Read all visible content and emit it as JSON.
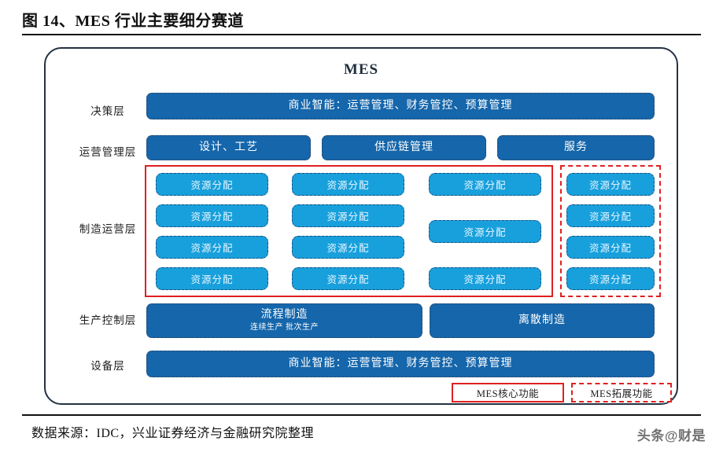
{
  "figure": {
    "title": "图 14、MES 行业主要细分赛道",
    "diagram_title": "MES"
  },
  "layers": [
    {
      "label": "决策层"
    },
    {
      "label": "运营管理层"
    },
    {
      "label": "制造运营层"
    },
    {
      "label": "生产控制层"
    },
    {
      "label": "设备层"
    }
  ],
  "decision_layer": {
    "bar": "商业智能：运营管理、财务管控、预算管理"
  },
  "operations_layer": {
    "bars": [
      "设计、工艺",
      "供应链管理",
      "服务"
    ]
  },
  "manufacturing_layer": {
    "core_cells": {
      "col1": [
        "资源分配",
        "资源分配",
        "资源分配",
        "资源分配"
      ],
      "col2": [
        "资源分配",
        "资源分配",
        "资源分配",
        "资源分配"
      ],
      "col3": [
        "资源分配",
        "资源分配",
        "资源分配"
      ]
    },
    "extension_cells": [
      "资源分配",
      "资源分配",
      "资源分配",
      "资源分配"
    ]
  },
  "production_control_layer": {
    "bars": [
      {
        "title": "流程制造",
        "subtitle": "连续生产 批次生产"
      },
      {
        "title": "离散制造",
        "subtitle": ""
      }
    ]
  },
  "equipment_layer": {
    "bar": "商业智能：运营管理、财务管控、预算管理"
  },
  "legend": {
    "core": "MES核心功能",
    "extension": "MES拓展功能"
  },
  "footer": {
    "source": "数据来源：IDC，兴业证券经济与金融研究院整理",
    "watermark": "头条@财是"
  },
  "colors": {
    "bar_blue": "#1566ab",
    "cell_blue": "#18a0dc",
    "red_outline": "#e02020",
    "card_border": "#243142"
  }
}
